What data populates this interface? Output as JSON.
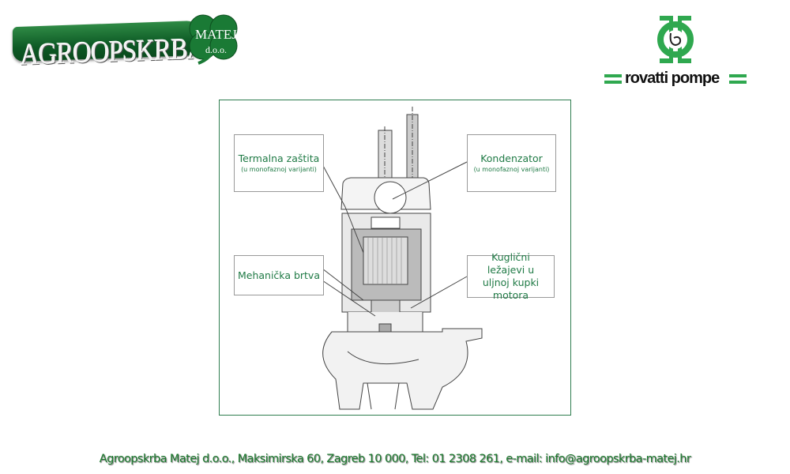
{
  "header": {
    "left_logo": {
      "brand": "AGROOPSKRBA",
      "name": "MATEJ",
      "suffix": "d.o.o."
    },
    "right_logo": {
      "brand": "rovatti pompe"
    }
  },
  "diagram": {
    "labels": [
      {
        "title": "Termalna zaštita",
        "note": "(u monofaznoj varijanti)"
      },
      {
        "title": "Kondenzator",
        "note": "(u monofaznoj varijanti)"
      },
      {
        "title": "Mehanička brtva"
      },
      {
        "title": "Kuglični ležajevi u uljnoj kupki motora"
      }
    ]
  },
  "footer": {
    "contact": "Agroopskrba Matej d.o.o., Maksimirska 60, Zagreb 10 000, Tel: 01 2308 261, e-mail:  info@agroopskrba-matej.hr"
  },
  "colors": {
    "brand_green": "#1f7a45",
    "rovatti_green": "#2fa84f"
  }
}
